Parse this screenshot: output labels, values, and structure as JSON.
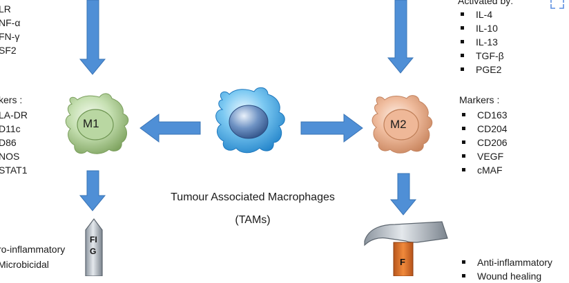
{
  "m1": {
    "activators": [
      "LR",
      "NF-α",
      "FN-γ",
      "SF2"
    ],
    "markers_heading": "kers :",
    "markers": [
      "LA-DR",
      "D11c",
      "D86",
      "NOS",
      "STAT1"
    ],
    "cell_label": "M1",
    "functions": [
      "ro-inflammatory",
      "Microbicidal"
    ],
    "tool_letters": "FIG"
  },
  "m2": {
    "activated_heading": "Activated by:",
    "activators": [
      "IL-4",
      "IL-10",
      "IL-13",
      "TGF-β",
      "PGE2"
    ],
    "markers_heading": "Markers :",
    "markers": [
      "CD163",
      "CD204",
      "CD206",
      "VEGF",
      "cMAF"
    ],
    "cell_label": "M2",
    "functions": [
      "Anti-inflammatory",
      "Wound healing"
    ],
    "tool_letter": "F"
  },
  "center": {
    "title": "Tumour Associated Macrophages",
    "subtitle": "(TAMs)"
  },
  "colors": {
    "arrow": "#4f8fd6",
    "m1": "#a7c98c",
    "m2": "#e7a887",
    "tam": "#3fa3e4"
  },
  "icons": {
    "corner": "expand-icon"
  }
}
